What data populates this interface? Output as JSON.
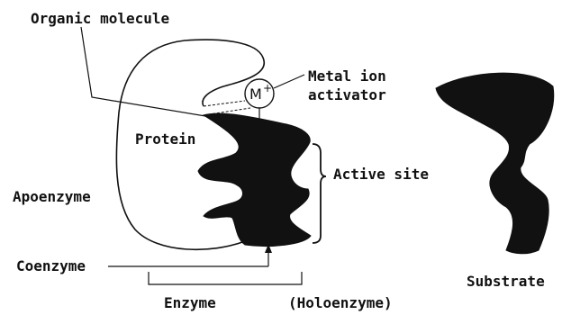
{
  "labels": {
    "organic_molecule": "Organic molecule",
    "metal_ion_line1": "Metal ion",
    "metal_ion_line2": "activator",
    "metal_symbol": "M",
    "metal_charge": "+",
    "protein": "Protein",
    "active_site": "Active site",
    "apoenzyme": "Apoenzyme",
    "coenzyme": "Coenzyme",
    "enzyme": "Enzyme",
    "holoenzyme": "(Holoenzyme)",
    "substrate": "Substrate"
  },
  "colors": {
    "ink": "#111111",
    "paper": "#ffffff"
  }
}
